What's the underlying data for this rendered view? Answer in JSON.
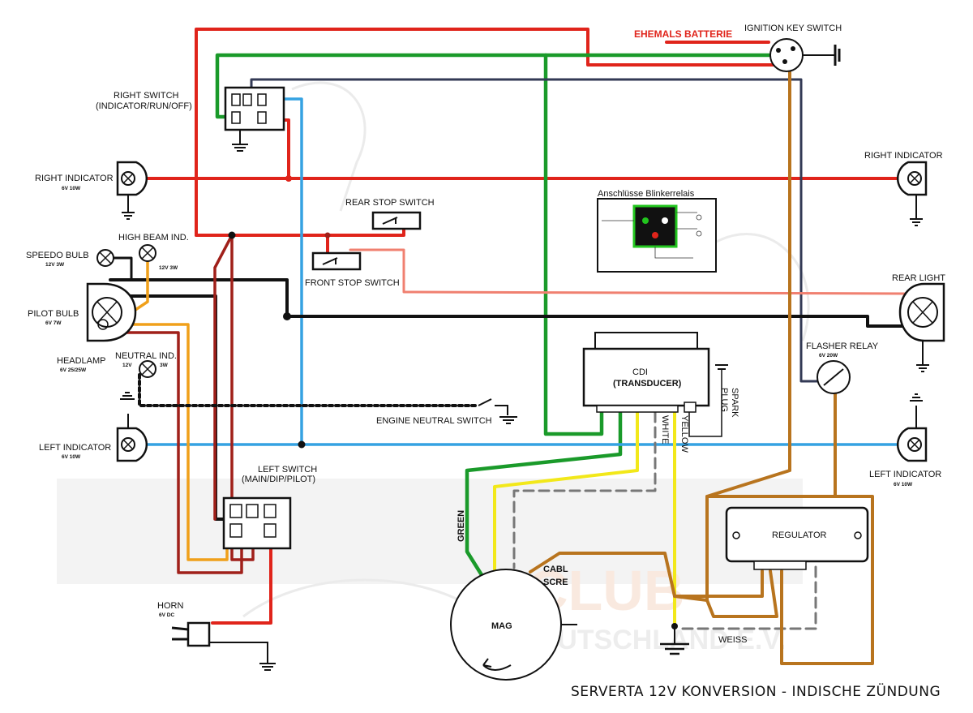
{
  "colors": {
    "red": "#e0241b",
    "darkred": "#a0201a",
    "green": "#1a9a2a",
    "blue": "#35a2e2",
    "navy": "#333a55",
    "black": "#111111",
    "yellow": "#f2e81a",
    "orange": "#f0a01a",
    "brown": "#b8741e",
    "salmon": "#f08070",
    "grey": "#777777",
    "relay_green": "#22c51e"
  },
  "labels": {
    "ehemals_batterie": "EHEMALS BATTERIE",
    "ignition_key_switch": "IGNITION KEY SWITCH",
    "right_switch_1": "RIGHT SWITCH",
    "right_switch_2": "(INDICATOR/RUN/OFF)",
    "right_indicator_left": "RIGHT INDICATOR",
    "right_indicator_left_spec": "6V 10W",
    "right_indicator_right": "RIGHT INDICATOR",
    "rear_stop_switch": "REAR STOP SWITCH",
    "front_stop_switch": "FRONT STOP SWITCH",
    "speedo_bulb": "SPEEDO BULB",
    "speedo_bulb_spec": "12V 3W",
    "high_beam_ind": "HIGH BEAM IND.",
    "high_beam_spec": "12V 3W",
    "pilot_bulb": "PILOT BULB",
    "pilot_bulb_spec": "6V 7W",
    "headlamp": "HEADLAMP",
    "headlamp_spec": "6V 25/25W",
    "neutral_ind": "NEUTRAL IND.",
    "neutral_spec_a": "12V",
    "neutral_spec_b": "3W",
    "engine_neutral_switch": "ENGINE NEUTRAL SWITCH",
    "left_indicator_left": "LEFT INDICATOR",
    "left_indicator_left_spec": "6V 10W",
    "left_indicator_right": "LEFT INDICATOR",
    "left_indicator_right_spec": "6V 10W",
    "left_switch_1": "LEFT SWITCH",
    "left_switch_2": "(MAIN/DIP/PILOT)",
    "horn": "HORN",
    "horn_spec": "6V DC",
    "rear_light": "REAR LIGHT",
    "flasher_relay": "FLASHER RELAY",
    "flasher_relay_spec": "6V 20W",
    "blinker_title": "Anschlüsse Blinkerrelais",
    "cdi_1": "CDI",
    "cdi_2": "(TRANSDUCER)",
    "spark": "SPARK",
    "plug": "PLUG",
    "white": "WHITE",
    "yellow": "YELLOW",
    "green": "GREEN",
    "cable_1": "CABL",
    "cable_2": "SCRE",
    "mag": "MAG",
    "regulator": "REGULATOR",
    "weiss": "WEISS",
    "watermark_1": "CLUB",
    "watermark_2": "DEUTSCHLAND E.V.",
    "title": "SERVERTA 12V KONVERSION - INDISCHE ZÜNDUNG"
  }
}
